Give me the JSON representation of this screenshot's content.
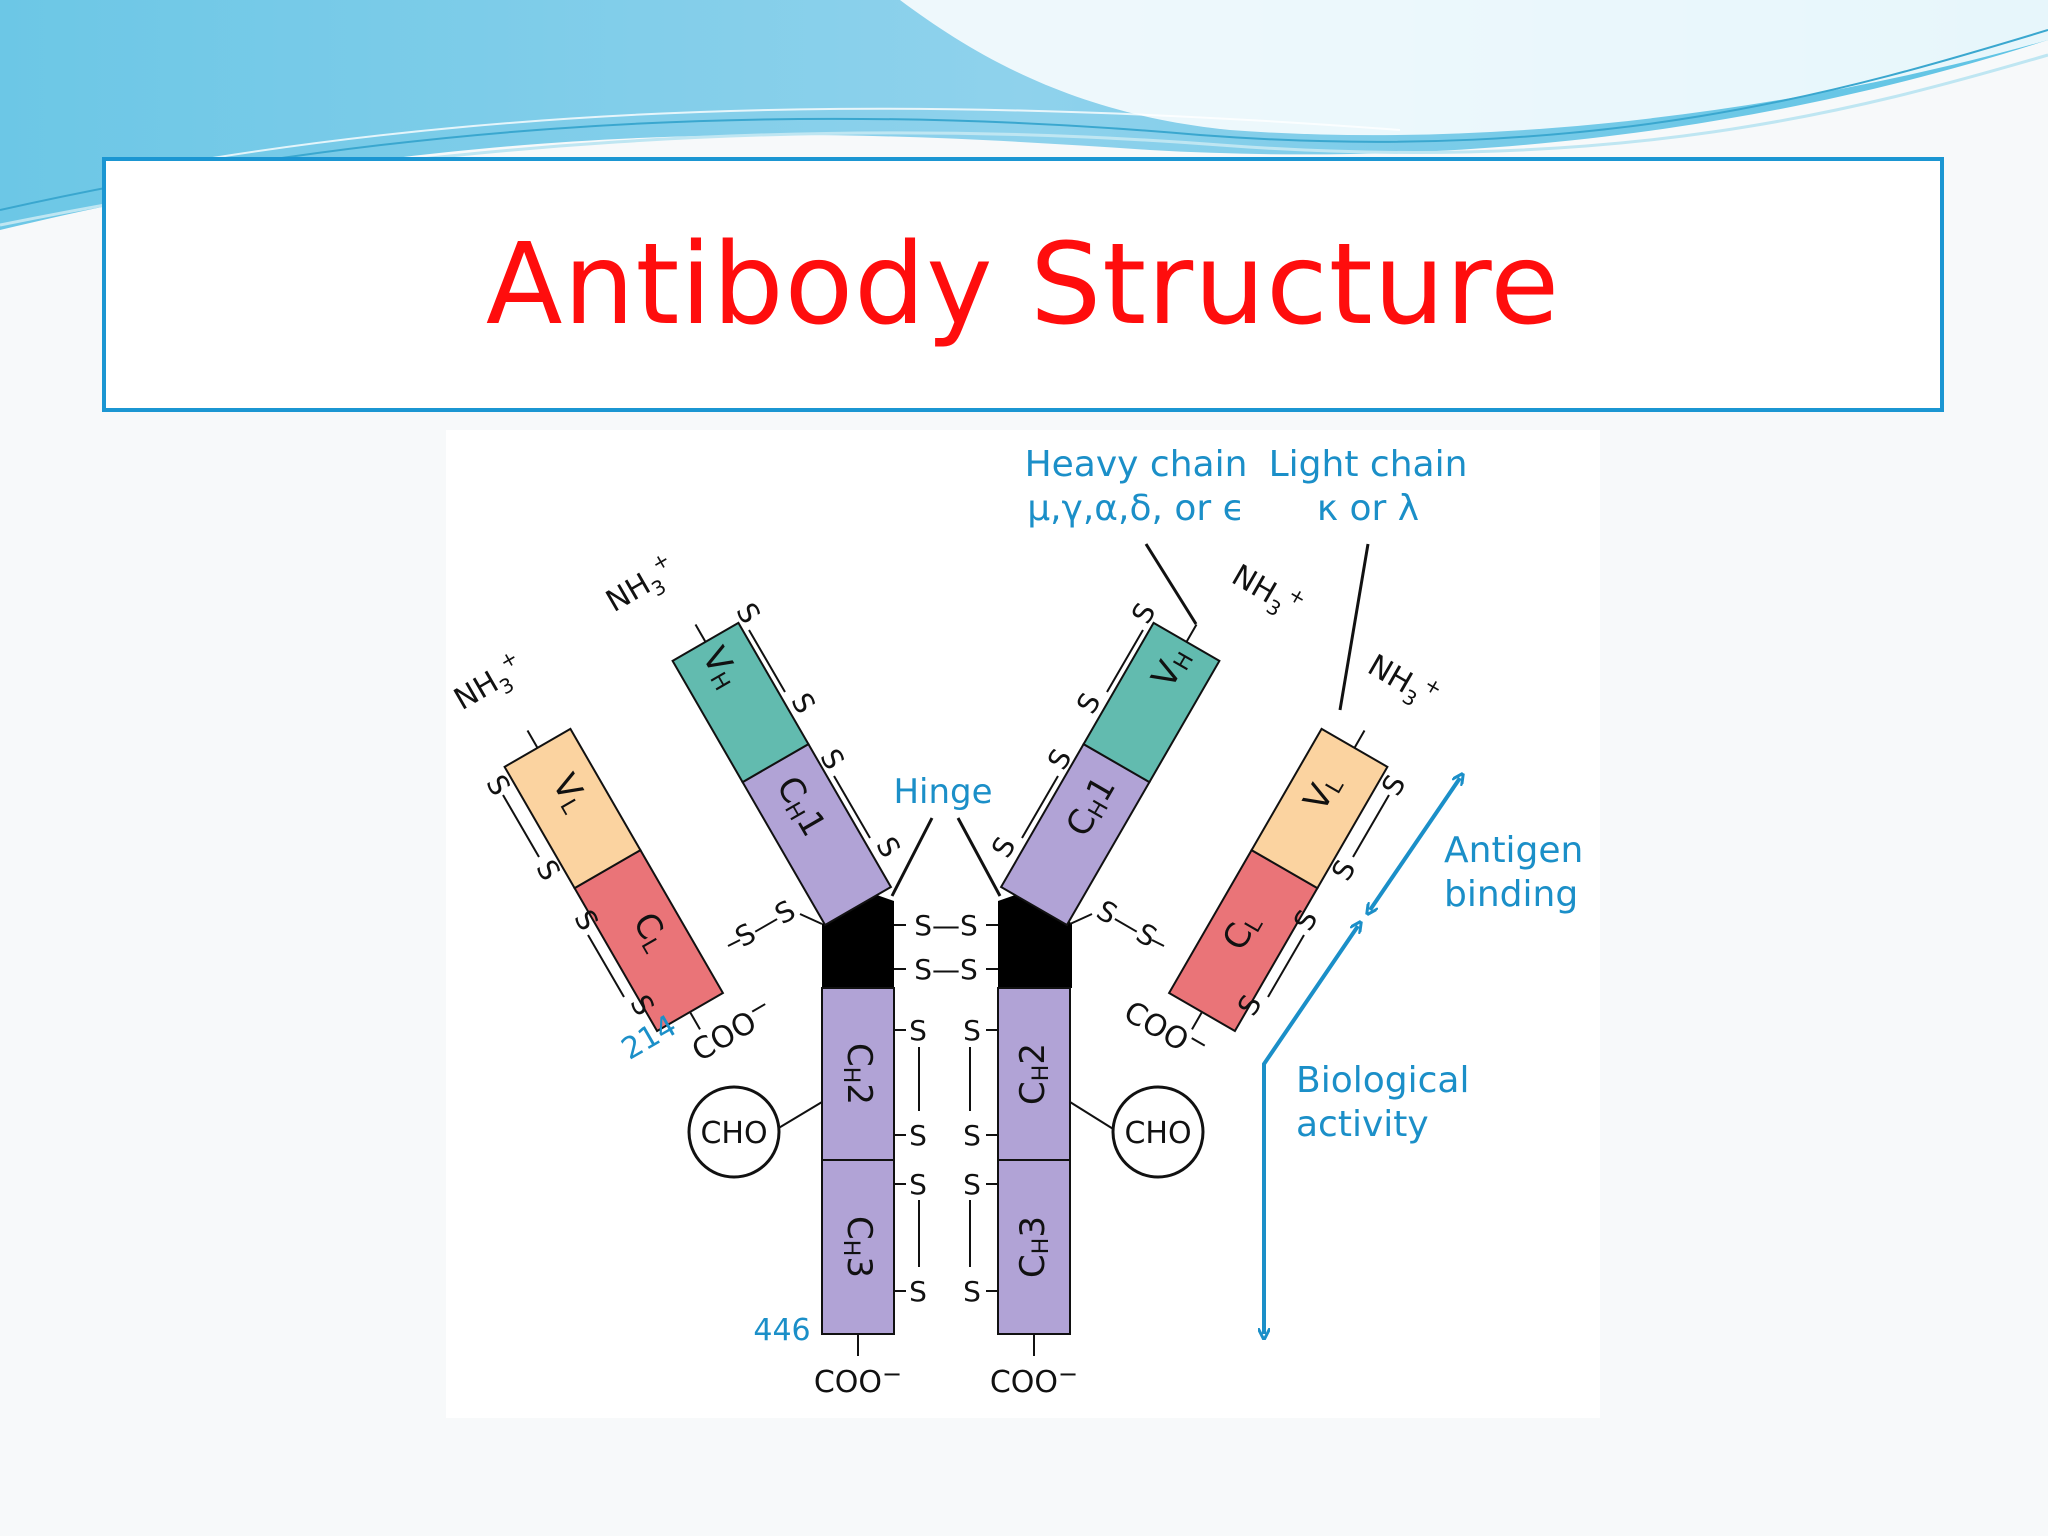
{
  "slide": {
    "title": "Antibody Structure"
  },
  "diagram": {
    "chain_labels": {
      "heavy_chain_title": "Heavy chain",
      "heavy_chain_classes": "μ,γ,α,δ, or ϵ",
      "light_chain_title": "Light chain",
      "light_chain_classes": "κ or λ"
    },
    "domains": {
      "vh": "V",
      "vh_sub": "H",
      "vl": "V",
      "vl_sub": "L",
      "cl": "C",
      "cl_sub": "L",
      "ch1": "C",
      "ch1_sub": "H",
      "ch1_num": "1",
      "ch2": "C",
      "ch2_sub": "H",
      "ch2_num": "2",
      "ch3": "C",
      "ch3_sub": "H",
      "ch3_num": "3"
    },
    "termini": {
      "n_terminus": "NH",
      "n_sub": "3",
      "n_sup": "+",
      "c_terminus": "COO",
      "c_sup": "−"
    },
    "residue_numbers": {
      "light_chain_end": "214",
      "heavy_chain_end": "446"
    },
    "disulfide": {
      "sulfur": "S",
      "hinge_pair": "S—S"
    },
    "carbohydrate": "CHO",
    "hinge_label": "Hinge",
    "regions": {
      "antigen_binding_line1": "Antigen",
      "antigen_binding_line2": "binding",
      "biological_activity_line1": "Biological",
      "biological_activity_line2": "activity"
    },
    "colors": {
      "vh": "#62bbaf",
      "vl": "#fbd3a0",
      "cl": "#ea7478",
      "ch": "#b1a3d6",
      "hinge": "#000000",
      "annotation": "#1b8fc8",
      "title": "#ff0d0d",
      "frame": "#1b96d2"
    }
  }
}
